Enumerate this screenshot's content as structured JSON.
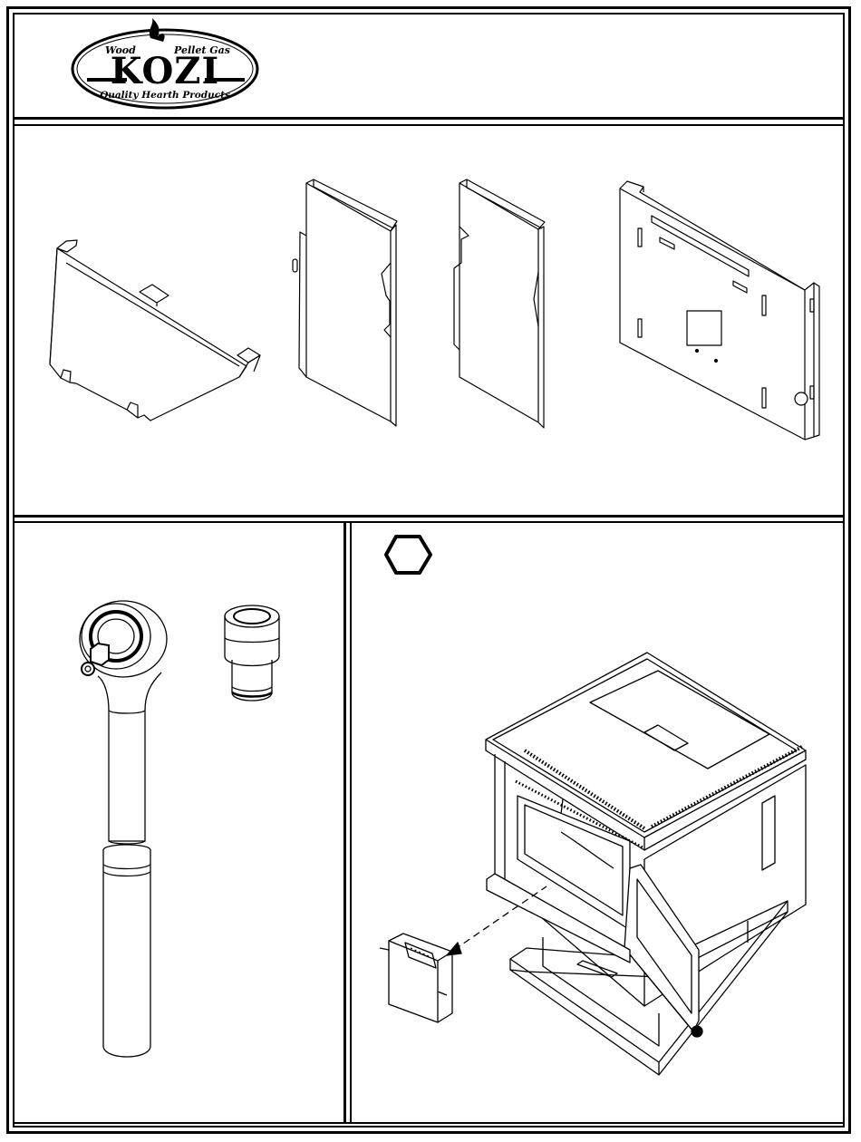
{
  "header": {
    "logo": {
      "brand": "KOZI",
      "top_left": "Wood",
      "top_right": "Pellet Gas",
      "tagline": "Quality Hearth Products"
    }
  },
  "panels": {
    "parts": {
      "items": [
        "baffle-plate",
        "left-side-liner",
        "right-side-liner",
        "rear-firewall-panel"
      ]
    },
    "tools": {
      "items": [
        "ratchet-wrench",
        "socket"
      ]
    },
    "stove": {
      "symbol": "hexagon-icon",
      "items": [
        "pellet-stove",
        "ash-pan",
        "removal-arrow"
      ]
    }
  }
}
